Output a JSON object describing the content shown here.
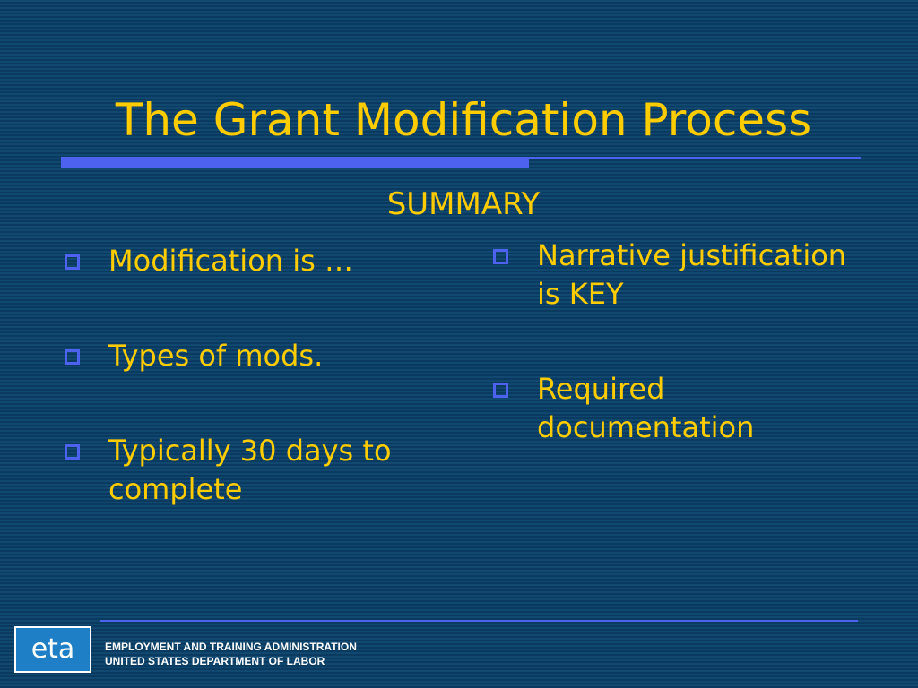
{
  "slide": {
    "title": "The Grant Modification Process",
    "subtitle": "SUMMARY"
  },
  "left_bullets": [
    {
      "text": "Modification is …"
    },
    {
      "text": "Types of mods."
    },
    {
      "text": "Typically 30 days to complete"
    }
  ],
  "right_bullets": [
    {
      "text": "Narrative justification is KEY"
    },
    {
      "text": "Required documentation"
    }
  ],
  "footer": {
    "logo_text": "eta",
    "line1": "EMPLOYMENT AND TRAINING ADMINISTRATION",
    "line2": "UNITED STATES DEPARTMENT OF LABOR"
  },
  "colors": {
    "background": "#0d3f66",
    "text": "#ffcc00",
    "accent": "#4d63f0",
    "logo_fill": "#1f7fc6"
  }
}
